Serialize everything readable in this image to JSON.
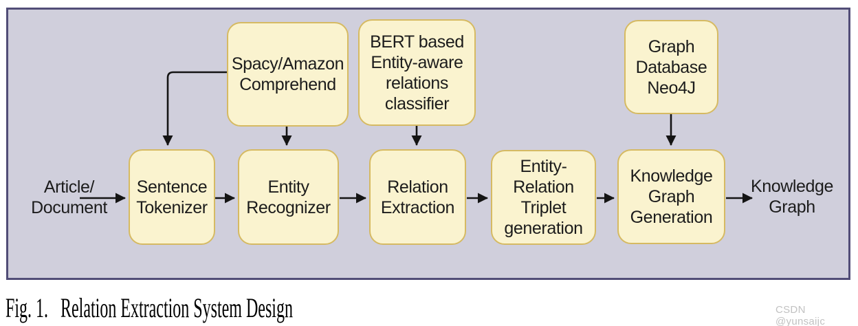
{
  "caption": "Fig. 1.   Relation Extraction System Design",
  "watermark": "CSDN @yunsaijc",
  "colors": {
    "panel_background": "#d0cfdc",
    "panel_border": "#514d77",
    "node_fill": "#faf3cf",
    "node_border": "#d6ba62",
    "arrow": "#141414",
    "node_text": "#1c1c1c",
    "watermark_text": "#c2c2c2"
  },
  "labels": {
    "input": {
      "line1": "Article/",
      "line2": "Document"
    },
    "output": {
      "line1": "Knowledge",
      "line2": "Graph"
    }
  },
  "tools": {
    "spacy": {
      "line1": "Spacy/Amazon",
      "line2": "Comprehend"
    },
    "bert": {
      "line1": "BERT based",
      "line2": "Entity-aware",
      "line3": "relations",
      "line4": "classifier"
    },
    "neo4j": {
      "line1": "Graph",
      "line2": "Database",
      "line3": "Neo4J"
    }
  },
  "pipeline": {
    "tokenizer": {
      "line1": "Sentence",
      "line2": "Tokenizer"
    },
    "recognizer": {
      "line1": "Entity",
      "line2": "Recognizer"
    },
    "extraction": {
      "line1": "Relation",
      "line2": "Extraction"
    },
    "triplet": {
      "line1": "Entity-",
      "line2": "Relation",
      "line3": "Triplet",
      "line4": "generation"
    },
    "kg_generation": {
      "line1": "Knowledge",
      "line2": "Graph",
      "line3": "Generation"
    }
  }
}
